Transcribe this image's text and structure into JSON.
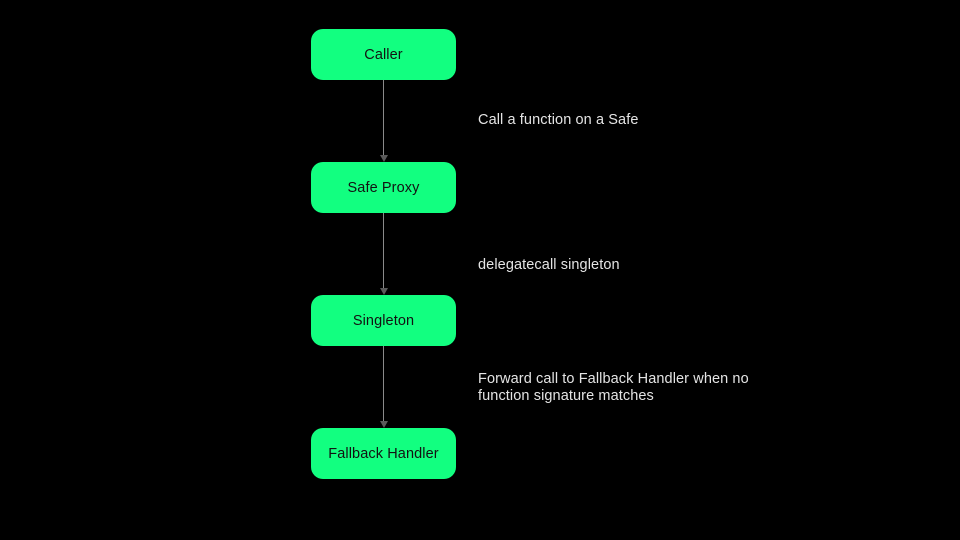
{
  "diagram": {
    "type": "flowchart-vertical",
    "nodes": [
      {
        "id": "caller",
        "label": "Caller"
      },
      {
        "id": "safe-proxy",
        "label": "Safe Proxy"
      },
      {
        "id": "singleton",
        "label": "Singleton"
      },
      {
        "id": "fallback-handler",
        "label": "Fallback Handler"
      }
    ],
    "edges": [
      {
        "from": "caller",
        "to": "safe-proxy",
        "label": "Call a function on a Safe"
      },
      {
        "from": "safe-proxy",
        "to": "singleton",
        "label": "delegatecall singleton"
      },
      {
        "from": "singleton",
        "to": "fallback-handler",
        "label": "Forward call to Fallback Handler when no function signature matches"
      }
    ],
    "colors": {
      "background": "#000000",
      "node_fill": "#12ff80",
      "node_text": "#121312",
      "edge_line": "#8a8a8a",
      "arrowhead": "#5a5a5a",
      "label_text": "#e4e4e4"
    }
  }
}
